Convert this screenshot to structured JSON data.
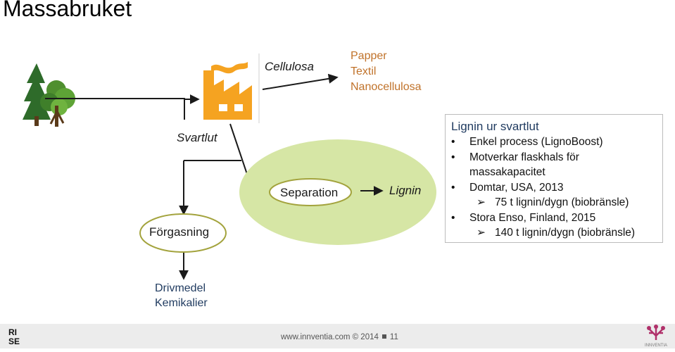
{
  "title": "Massabruket",
  "nodes": {
    "cellulosa": "Cellulosa",
    "svartlut": "Svartlut",
    "separation": "Separation",
    "lignin": "Lignin",
    "forgasning": "Förgasning"
  },
  "products": [
    "Papper",
    "Textil",
    "Nanocellulosa"
  ],
  "fuels": [
    "Drivmedel",
    "Kemikalier"
  ],
  "info": {
    "heading": "Lignin ur svartlut",
    "line1": "Enkel process (LignoBoost)",
    "line2": "Motverkar flaskhals för",
    "line3": "massakapacitet",
    "line4": "Domtar, USA, 2013",
    "line5": "75 t lignin/dygn (biobränsle)",
    "line6": "Stora Enso, Finland, 2015",
    "line7": "140 t lignin/dygn (biobränsle)"
  },
  "footer": {
    "url": "www.innventia.com",
    "copyright": "© 2014",
    "page": "11",
    "logo_left": "RISE",
    "logo_right": "INNVENTIA"
  },
  "colors": {
    "orange": "#f5a321",
    "green_fill": "#d6e6a5",
    "olive": "#a3a33d",
    "arrow": "#1a1a1a"
  }
}
